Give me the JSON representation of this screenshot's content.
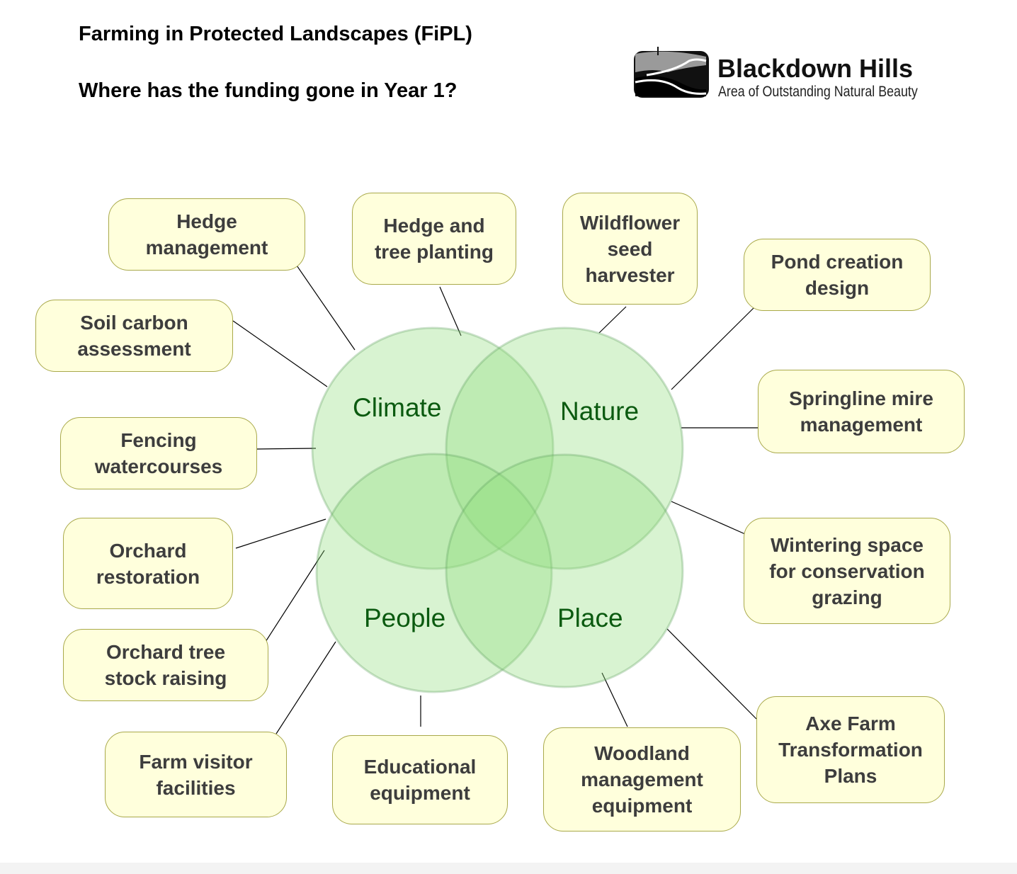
{
  "header": {
    "title": "Farming in Protected Landscapes (FiPL)",
    "subtitle": "Where has the funding gone in Year 1?"
  },
  "logo": {
    "name": "Blackdown Hills",
    "tagline": "Area of Outstanding Natural Beauty"
  },
  "venn": {
    "sets": [
      "Climate",
      "Nature",
      "People",
      "Place"
    ],
    "colors": {
      "fill": "#8fdc7a",
      "label": "#0b5a10",
      "box_fill": "#ffffdc",
      "box_border": "#a9a94a"
    }
  },
  "projects": [
    "Hedge\nmanagement",
    "Hedge and\ntree planting",
    "Wildflower\nseed\nharvester",
    "Pond creation\ndesign",
    "Soil carbon\nassessment",
    "Springline mire\nmanagement",
    "Fencing\nwatercourses",
    "Orchard\nrestoration",
    "Wintering space\nfor conservation\ngrazing",
    "Orchard tree\nstock raising",
    "Farm visitor\nfacilities",
    "Educational\nequipment",
    "Woodland\nmanagement\nequipment",
    "Axe Farm\nTransformation\nPlans"
  ]
}
